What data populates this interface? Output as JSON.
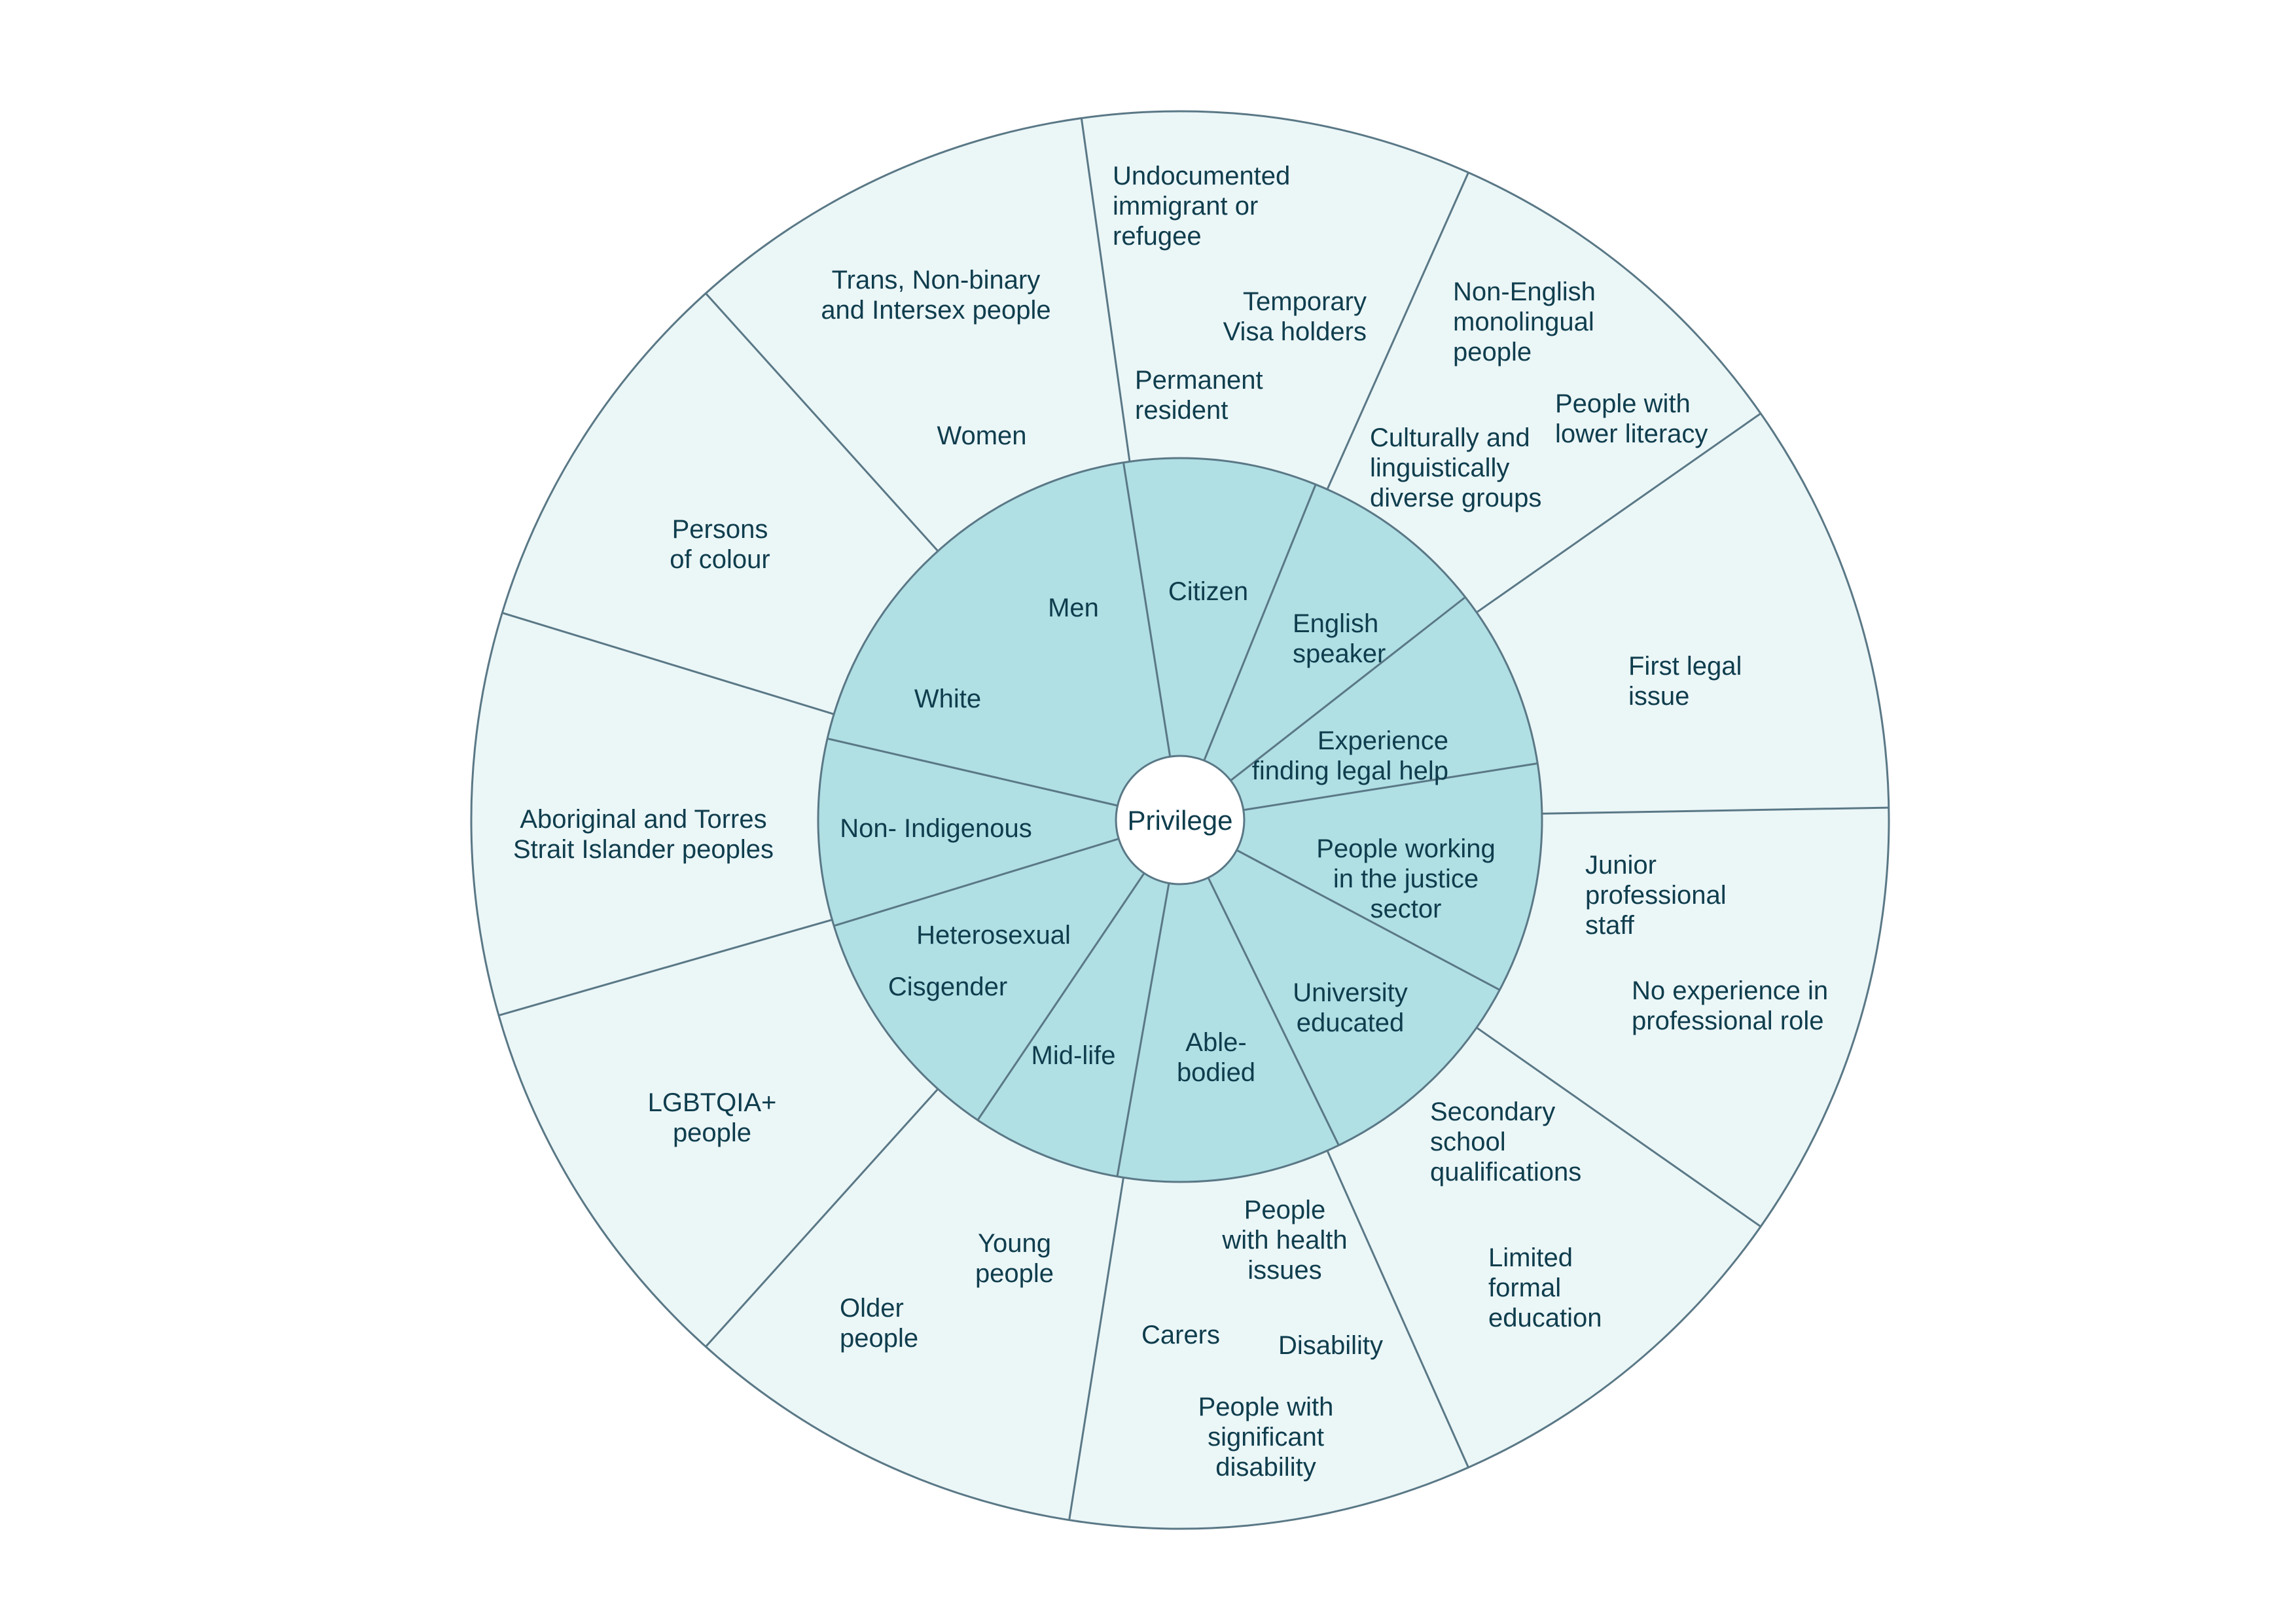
{
  "colors": {
    "outer_fill": "#ebf6f7",
    "inner_fill": "#b0dfe4",
    "center_fill": "#ffffff",
    "stroke": "#5a7886",
    "text": "#0f3d4d"
  },
  "center": {
    "label": "Privilege"
  },
  "inner_labels": [
    {
      "id": "men",
      "lines": [
        "Men"
      ]
    },
    {
      "id": "citizen",
      "lines": [
        "Citizen"
      ]
    },
    {
      "id": "english-speaker",
      "lines": [
        "English",
        "speaker"
      ]
    },
    {
      "id": "experience-finding-legal-help",
      "lines": [
        "Experience",
        "finding legal help"
      ]
    },
    {
      "id": "people-working-justice",
      "lines": [
        "People working",
        "in the justice",
        "sector"
      ]
    },
    {
      "id": "university-educated",
      "lines": [
        "University",
        "educated"
      ]
    },
    {
      "id": "able-bodied",
      "lines": [
        "Able-",
        "bodied"
      ]
    },
    {
      "id": "mid-life",
      "lines": [
        "Mid-life"
      ]
    },
    {
      "id": "heterosexual",
      "lines": [
        "Heterosexual"
      ]
    },
    {
      "id": "cisgender",
      "lines": [
        "Cisgender"
      ]
    },
    {
      "id": "non-indigenous",
      "lines": [
        "Non- Indigenous"
      ]
    },
    {
      "id": "white",
      "lines": [
        "White"
      ]
    }
  ],
  "outer_labels": [
    {
      "id": "trans-nonbinary-intersex",
      "lines": [
        "Trans, Non-binary",
        "and Intersex people"
      ]
    },
    {
      "id": "women",
      "lines": [
        "Women"
      ]
    },
    {
      "id": "undocumented-immigrant",
      "lines": [
        "Undocumented",
        "immigrant or",
        "refugee"
      ]
    },
    {
      "id": "temporary-visa",
      "lines": [
        "Temporary",
        "Visa holders"
      ]
    },
    {
      "id": "permanent-resident",
      "lines": [
        "Permanent",
        "resident"
      ]
    },
    {
      "id": "non-english-monolingual",
      "lines": [
        "Non-English",
        "monolingual",
        "people"
      ]
    },
    {
      "id": "lower-literacy",
      "lines": [
        "People with",
        "lower literacy"
      ]
    },
    {
      "id": "culturally-linguistically-diverse",
      "lines": [
        "Culturally and",
        "linguistically",
        "diverse groups"
      ]
    },
    {
      "id": "first-legal-issue",
      "lines": [
        "First legal",
        "issue"
      ]
    },
    {
      "id": "junior-professional",
      "lines": [
        "Junior",
        "professional",
        "staff"
      ]
    },
    {
      "id": "no-experience-professional",
      "lines": [
        "No experience in",
        "professional role"
      ]
    },
    {
      "id": "secondary-school",
      "lines": [
        "Secondary",
        "school",
        "qualifications"
      ]
    },
    {
      "id": "limited-formal-education",
      "lines": [
        "Limited",
        "formal",
        "education"
      ]
    },
    {
      "id": "health-issues",
      "lines": [
        "People",
        "with health",
        "issues"
      ]
    },
    {
      "id": "carers",
      "lines": [
        "Carers"
      ]
    },
    {
      "id": "disability",
      "lines": [
        "Disability"
      ]
    },
    {
      "id": "significant-disability",
      "lines": [
        "People with",
        "significant",
        "disability"
      ]
    },
    {
      "id": "young-people",
      "lines": [
        "Young",
        "people"
      ]
    },
    {
      "id": "older-people",
      "lines": [
        "Older",
        "people"
      ]
    },
    {
      "id": "lgbtqia",
      "lines": [
        "LGBTQIA+",
        "people"
      ]
    },
    {
      "id": "aboriginal-torres-strait",
      "lines": [
        "Aboriginal and Torres",
        "Strait Islander peoples"
      ]
    },
    {
      "id": "persons-of-colour",
      "lines": [
        "Persons",
        "of colour"
      ]
    }
  ]
}
